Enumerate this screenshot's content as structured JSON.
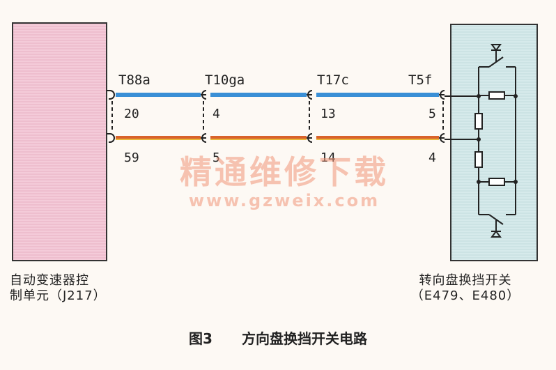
{
  "colors": {
    "left_box": "#f2c6d6",
    "right_box": "#d4e9ea",
    "wire_top": "#3a8fd6",
    "wire_bottom": "#d9622b"
  },
  "connectors": [
    {
      "name": "T88a",
      "pin_top": "20",
      "pin_bottom": "59"
    },
    {
      "name": "T10ga",
      "pin_top": "4",
      "pin_bottom": "5"
    },
    {
      "name": "T17c",
      "pin_top": "13",
      "pin_bottom": "14"
    },
    {
      "name": "T5f",
      "pin_top": "5",
      "pin_bottom": "4"
    }
  ],
  "left_component": {
    "line1": "自动变速器控",
    "line2": "制单元（J217）"
  },
  "right_component": {
    "line1": "转向盘换挡开关",
    "line2": "（E479、E480）"
  },
  "caption": {
    "number": "图3",
    "title": "方向盘换挡开关电路"
  },
  "watermark": {
    "text": "精通维修下载",
    "url": "www.gzweix.com"
  }
}
